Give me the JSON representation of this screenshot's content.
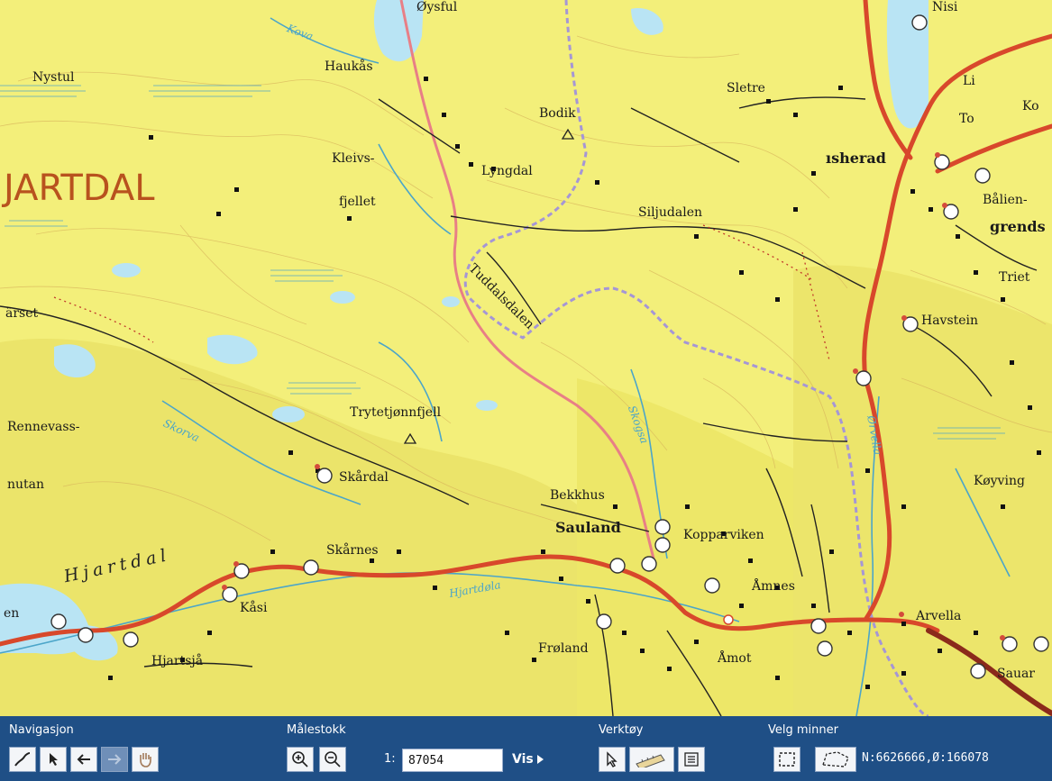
{
  "map": {
    "region_label": "JARTDAL",
    "valley_label": "Hjartdal",
    "places": {
      "oysful": "Øysful",
      "nystul": "Nystul",
      "haukas": "Haukås",
      "bodik": "Bodik",
      "kleivs": "Kleivs-",
      "fjellet": "fjellet",
      "lyngdal": "Lyngdal",
      "siljudalen": "Siljudalen",
      "tuddalsdalen": "Tuddalsdalen",
      "sorarset": "ärset",
      "trytetjonnfjell": "Trytetjønnfjell",
      "rennevass": "Rennevass-",
      "nutan": "nutan",
      "skardal": "Skårdal",
      "bekkhus": "Bekkhus",
      "sauland": "Sauland",
      "kopparviken": "Kopparviken",
      "skarnes": "Skårnes",
      "kasi": "Kåsi",
      "hjartsja": "Hjartsjå",
      "froland": "Frøland",
      "amot": "Åmot",
      "amnes": "Åmnes",
      "arvella": "Arvella",
      "sauar": "Sauar",
      "en": "en",
      "sletre": "Sletre",
      "nisi": "Nisi",
      "li": "Li",
      "to": "To",
      "heradlbl": "ısherad",
      "ballen": "Bålien-",
      "grends": "grends",
      "triet": "Triet",
      "havstein": "Havstein",
      "koyving": "Køyving",
      "ko": "Ko"
    },
    "rivers": {
      "kova": "Kova",
      "skorva": "Skorva",
      "hjartdola": "Hjartdøla",
      "skogsa": "Skogsa",
      "orvella": "Ørvella"
    }
  },
  "toolbar": {
    "navigation": {
      "title": "Navigasjon",
      "buttons": [
        {
          "name": "draw-route",
          "icon": "route-icon"
        },
        {
          "name": "info",
          "icon": "pointer-info-icon"
        },
        {
          "name": "back",
          "icon": "arrow-left-icon"
        },
        {
          "name": "forward",
          "icon": "arrow-right-icon",
          "disabled": true
        },
        {
          "name": "pan",
          "icon": "hand-icon"
        }
      ]
    },
    "scale": {
      "title": "Målestokk",
      "prefix": "1:",
      "value": "87054",
      "vis_label": "Vis"
    },
    "tools": {
      "title": "Verktøy"
    },
    "memories": {
      "title": "Velg minner",
      "coordinates": "N:6626666,Ø:166078"
    }
  },
  "colors": {
    "map_base": "#f3ef7a",
    "forest": "#eae36c",
    "water": "#b9e4f4",
    "main_road": "#d8482b",
    "secondary_road": "#e87f86",
    "boundary": "#a596d6",
    "toolbar": "#1f4f86"
  }
}
